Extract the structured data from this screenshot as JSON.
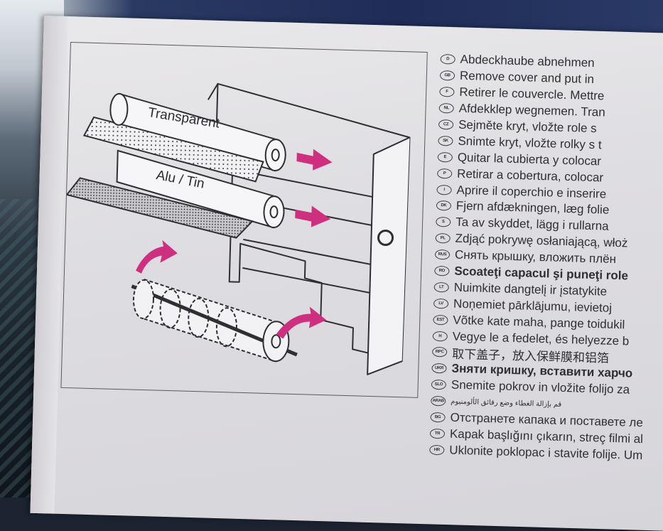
{
  "illustration": {
    "label_top": "Transparent",
    "label_bottom": "Alu / Tin",
    "accent_color": "#cf2f7f"
  },
  "languages": [
    {
      "code": "D",
      "text": "Abdeckhaube abnehmen"
    },
    {
      "code": "GB",
      "text": "Remove cover and put in"
    },
    {
      "code": "F",
      "text": "Retirer le couvercle. Mettre"
    },
    {
      "code": "NL",
      "text": "Afdekklep wegnemen. Tran"
    },
    {
      "code": "CZ",
      "text": "Sejměte kryt, vložte role s"
    },
    {
      "code": "SK",
      "text": "Snimte kryt, vložte rolky s t"
    },
    {
      "code": "E",
      "text": "Quitar la cubierta y colocar"
    },
    {
      "code": "P",
      "text": "Retirar a cobertura, colocar"
    },
    {
      "code": "I",
      "text": "Aprire il coperchio e inserire"
    },
    {
      "code": "DK",
      "text": "Fjern afdækningen, læg folie"
    },
    {
      "code": "S",
      "text": "Ta av skyddet, lägg i rullarna"
    },
    {
      "code": "PL",
      "text": "Zdjąć pokrywę osłaniającą, włoż"
    },
    {
      "code": "RUS",
      "text": "Снять крышку, вложить плён"
    },
    {
      "code": "RO",
      "text": "Scoateţi capacul şi puneţi role"
    },
    {
      "code": "LT",
      "text": "Nuimkite dangtelį ir įstatykite"
    },
    {
      "code": "LV",
      "text": "Noņemiet pārklājumu, ievietoj"
    },
    {
      "code": "EST",
      "text": "Võtke kate maha, pange toidukil"
    },
    {
      "code": "H",
      "text": "Vegye le a fedelet, és helyezze b"
    },
    {
      "code": "RPC",
      "text": "取下盖子，放入保鲜膜和铝箔"
    },
    {
      "code": "UKR",
      "text": "Зняти кришку, вставити харчо"
    },
    {
      "code": "SLO",
      "text": "Snemite pokrov in vložite folijo za"
    },
    {
      "code": "ARAB",
      "text": "قم بإزالة الغطاء وضع رقائق الألومنيوم"
    },
    {
      "code": "BG",
      "text": "Отстранете капака и поставете ле"
    },
    {
      "code": "TR",
      "text": "Kapak başlığını çıkarın, streç filmi al"
    },
    {
      "code": "HR",
      "text": "Uklonite poklopac i stavite folije. Um"
    }
  ]
}
